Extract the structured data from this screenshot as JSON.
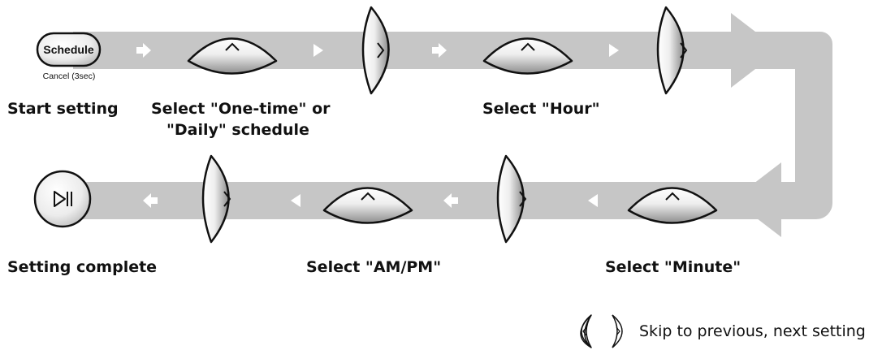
{
  "schedule_button": {
    "label": "Schedule",
    "sub_label": "Cancel (3sec)"
  },
  "steps": {
    "start": "Start setting",
    "schedule_type": [
      "Select \"One-time\" or",
      "\"Daily\" schedule"
    ],
    "hour": "Select \"Hour\"",
    "minute": "Select \"Minute\"",
    "ampm": "Select \"AM/PM\"",
    "complete": "Setting complete"
  },
  "legend": {
    "text": "Skip to previous, next setting"
  },
  "icons": {
    "up_key": "chevron-up-icon",
    "next_key": "chevron-right-icon",
    "prev_key": "chevron-left-icon",
    "play_pause": "play-pause-icon"
  },
  "colors": {
    "track": "#c6c6c6",
    "key_fill_light": "#ffffff",
    "key_fill_dark": "#8a8a8a",
    "outline": "#111111"
  }
}
